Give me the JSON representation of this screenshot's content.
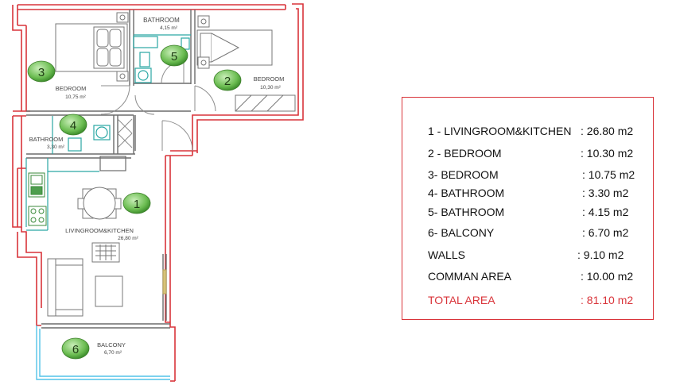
{
  "rooms": {
    "bathroom_top": {
      "name": "BATHROOM",
      "area": "4,15 m²"
    },
    "bedroom_right": {
      "name": "BEDROOM",
      "area": "10,30 m²"
    },
    "bedroom_left": {
      "name": "BEDROOM",
      "area": "10,75 m²"
    },
    "bathroom_small": {
      "name": "BATHROOM",
      "area": "3,30 m²"
    },
    "living": {
      "name": "LIVINGROOM&KITCHEN",
      "area": "26,80 m²"
    },
    "balcony": {
      "name": "BALCONY",
      "area": "6,70 m²"
    }
  },
  "markers": [
    "1",
    "2",
    "3",
    "4",
    "5",
    "6"
  ],
  "legend": {
    "rows": [
      {
        "name": "1 - LIVINGROOM&KITCHEN",
        "value": ": 26.80 m2"
      },
      {
        "name": "2 - BEDROOM",
        "value": ": 10.30 m2"
      },
      {
        "name": "3- BEDROOM",
        "value": ":  10.75 m2"
      },
      {
        "name": "4- BATHROOM",
        "value": ": 3.30 m2"
      },
      {
        "name": "5- BATHROOM",
        "value": ": 4.15 m2"
      },
      {
        "name": "6- BALCONY",
        "value": ": 6.70 m2"
      },
      {
        "name": "WALLS",
        "value": ":  9.10 m2"
      },
      {
        "name": "COMMAN AREA",
        "value": ": 10.00 m2"
      }
    ],
    "total": {
      "name": "TOTAL AREA",
      "value": ": 81.10 m2"
    }
  },
  "colors": {
    "wall": "#d9343a",
    "fixture": "#2aa7a4",
    "marker": "#5fb54a",
    "line": "#6b6b6b"
  }
}
